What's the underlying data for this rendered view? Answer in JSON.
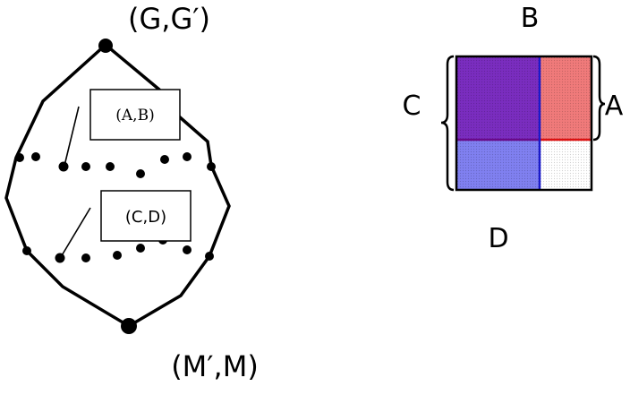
{
  "lattice": {
    "top_label": "(G,G′)",
    "bottom_label": "(M′,M)",
    "box_upper_label": "(A,B)",
    "box_lower_label": "(C,D)",
    "upper_row_node_count": 9,
    "lower_row_node_count": 8
  },
  "matrix": {
    "label_top": "B",
    "label_left": "C",
    "label_right": "A",
    "label_bottom": "D",
    "colors": {
      "top_left": "#7a2dbf",
      "top_right": "#f07a7a",
      "bottom_left": "#8080f0",
      "bottom_right": "#ffffff",
      "divider_vertical": "#1a1acc",
      "divider_horizontal_left": "#6a0a8a",
      "divider_horizontal_right": "#dd1111"
    }
  }
}
